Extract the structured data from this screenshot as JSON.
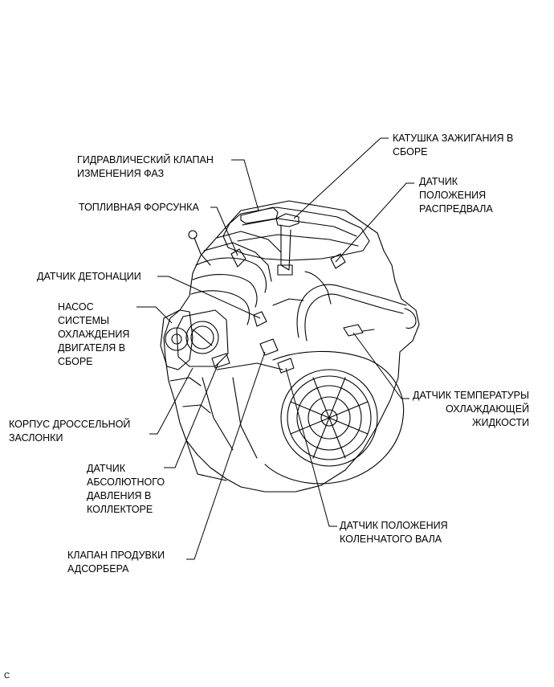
{
  "labels": {
    "hydraulic_valve": [
      "ГИДРАВЛИЧЕСКИЙ КЛАПАН",
      "ИЗМЕНЕНИЯ ФАЗ"
    ],
    "ignition_coil": [
      "КАТУШКА ЗАЖИГАНИЯ В",
      "СБОРЕ"
    ],
    "camshaft_sensor": [
      "ДАТЧИК",
      "ПОЛОЖЕНИЯ",
      "РАСПРЕДВАЛА"
    ],
    "fuel_injector": [
      "ТОПЛИВНАЯ ФОРСУНКА"
    ],
    "knock_sensor": [
      "ДАТЧИК ДЕТОНАЦИИ"
    ],
    "water_pump": [
      "НАСОС",
      "СИСТЕМЫ",
      "ОХЛАЖДЕНИЯ",
      "ДВИГАТЕЛЯ В",
      "СБОРЕ"
    ],
    "throttle_body": [
      "КОРПУС ДРОССЕЛЬНОЙ",
      "ЗАСЛОНКИ"
    ],
    "map_sensor": [
      "ДАТЧИК",
      "АБСОЛЮТНОГО",
      "ДАВЛЕНИЯ В",
      "КОЛЛЕКТОРЕ"
    ],
    "purge_valve": [
      "КЛАПАН ПРОДУВКИ",
      "АДСОРБЕРА"
    ],
    "coolant_temp_sensor": [
      "ДАТЧИК ТЕМПЕРАТУРЫ",
      "ОХЛАЖДАЮЩЕЙ",
      "ЖИДКОСТИ"
    ],
    "crankshaft_sensor": [
      "ДАТЧИК ПОЛОЖЕНИЯ",
      "КОЛЕНЧАТОГО ВАЛА"
    ]
  },
  "figure_code": "C"
}
